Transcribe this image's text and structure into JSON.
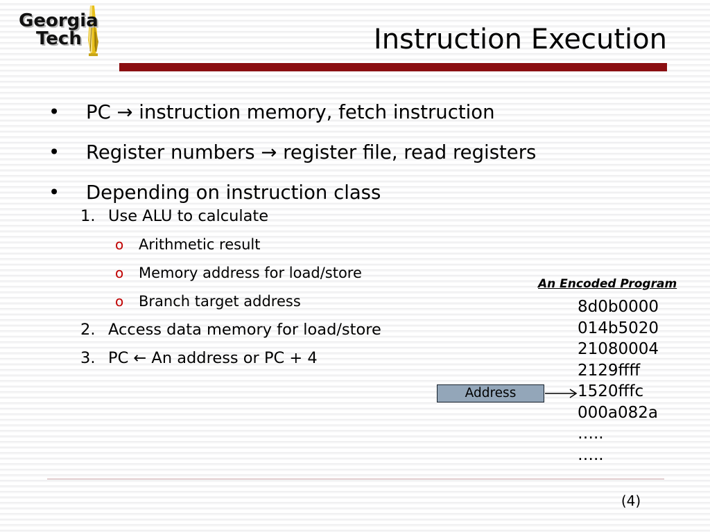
{
  "slide": {
    "title": "Instruction Execution",
    "page_number": "(4)",
    "accent_color": "#8B0F12",
    "sub_bullet_color": "#C00000",
    "footer_rule_color": "#C9A2A6"
  },
  "logo": {
    "name": "georgia-tech-logo",
    "line1": "Georgia",
    "line2": "Tech",
    "tower_color": "#E8C01A",
    "text_color": "#111111"
  },
  "bullets": [
    {
      "marker": "•",
      "text": "PC → instruction memory, fetch instruction"
    },
    {
      "marker": "•",
      "text": "Register numbers → register file, read registers"
    },
    {
      "marker": "•",
      "text": "Depending on instruction class"
    }
  ],
  "sublist": [
    {
      "marker": "1.",
      "text": "Use ALU to calculate",
      "children": [
        {
          "marker": "o",
          "text": "Arithmetic result"
        },
        {
          "marker": "o",
          "text": "Memory address for load/store"
        },
        {
          "marker": "o",
          "text": "Branch target address"
        }
      ]
    },
    {
      "marker": "2.",
      "text": "Access data memory for load/store",
      "children": []
    },
    {
      "marker": "3.",
      "text": "PC ← An address or PC + 4",
      "children": []
    }
  ],
  "program": {
    "heading": "An Encoded Program",
    "lines": [
      "8d0b0000",
      "014b5020",
      "21080004",
      "2129ffff",
      "1520fffc",
      "000a082a",
      "…..",
      "….."
    ]
  },
  "address_callout": {
    "label": "Address",
    "fill_color": "#93A6B9",
    "border_color": "#15202b",
    "points_to": "1520fffc"
  }
}
